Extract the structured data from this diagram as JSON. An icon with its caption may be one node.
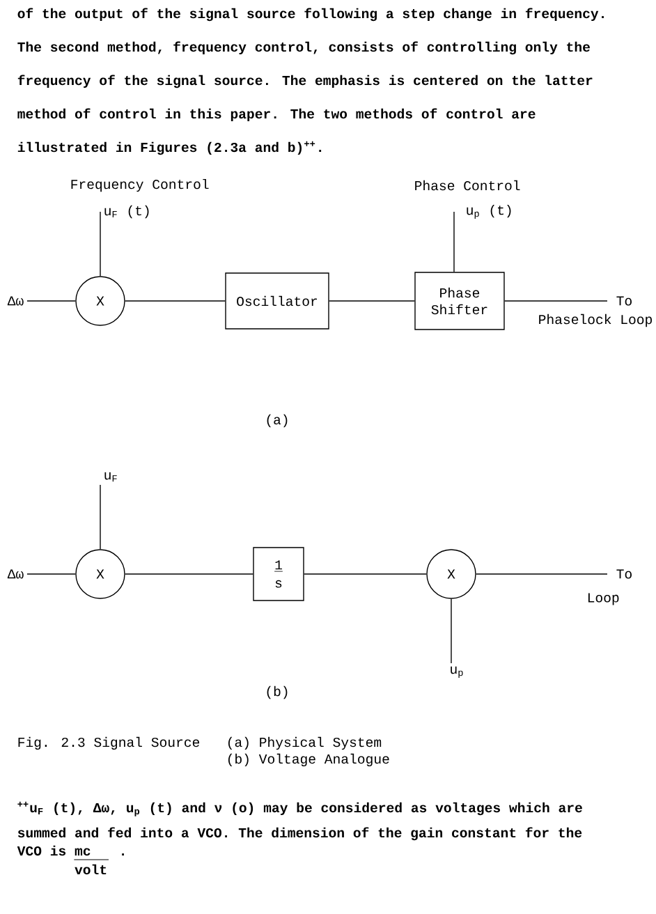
{
  "diagram": {
    "caption": "Fig. 2.3 Signal Source",
    "nodes": [
      {
        "text": [
          "Frequency Control",
          "u$_{F}$ (t)"
        ]
      },
      {
        "text": [
          "Phase Control",
          "u$_{p}$ (t)"
        ]
      },
      {
        "text": [
          "Δω"
        ]
      },
      {
        "text": [
          "X"
        ]
      },
      {
        "text": [
          "Oscillator"
        ]
      },
      {
        "text": [
          "Phase Shifter"
        ]
      },
      {
        "text": [
          "To",
          "Phaselock Loop"
        ]
      },
      {
        "text": [
          "u$_{F}$"
        ]
      },
      {
        "text": [
          "Δω"
        ]
      },
      {
        "text": [
          "X"
        ]
      },
      {
        "text": [
          "1",
          "s"
        ]
      },
      {
        "text": [
          "X"
        ]
      },
      {
        "text": [
          "To",
          "Loop"
        ]
      },
      {
        "text": [
          "u$_{p}$"
        ]
      }
    ],
    "edges": [
      {
        "from": 2,
        "to": 3,
        "arrow": "none"
      },
      {
        "from": 0,
        "to": 3,
        "arrow": "none"
      },
      {
        "from": 3,
        "to": 4,
        "arrow": "none"
      },
      {
        "from": 4,
        "to": 5,
        "arrow": "none"
      },
      {
        "from": 1,
        "to": 5,
        "arrow": "none"
      },
      {
        "from": 5,
        "to": 6,
        "arrow": "none"
      },
      {
        "from": 8,
        "to": 9,
        "arrow": "none"
      },
      {
        "from": 7,
        "to": 9,
        "arrow": "none"
      },
      {
        "from": 9,
        "to": 10,
        "arrow": "none"
      },
      {
        "from": 10,
        "to": 11,
        "arrow": "none"
      },
      {
        "from": 13,
        "to": 11,
        "arrow": "none"
      },
      {
        "from": 11,
        "to": 12,
        "arrow": "none"
      }
    ],
    "labels": [
      "of the output of the signal source following a step change in frequency. The second method, frequency control, consists of controlling only the frequency of the signal source. The emphasis is centered on the latter method of control in this paper. The two methods of control are illustrated in Figures (2.3a and b)$^{++}$.",
      "(a)",
      "(b)",
      "(a) Physical System",
      "(b) Voltage Analogue",
      "$^{++}$u$_{F}$ (t), Δω, u$_{p}$ (t) and ν (o) may be considered as voltages which are summed and fed into a VCO. The dimension of the gain constant for the",
      "VCO is",
      "mc",
      "volt",
      "."
    ]
  }
}
